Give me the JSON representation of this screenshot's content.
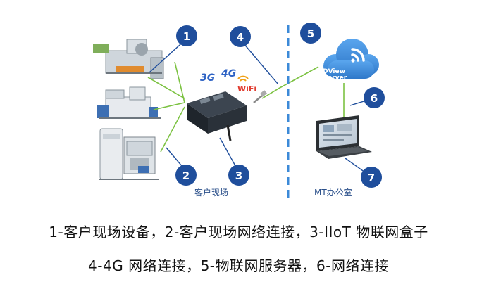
{
  "markers": [
    {
      "number": "1",
      "role": "customer-site-equipment"
    },
    {
      "number": "2",
      "role": "customer-site-network-connection"
    },
    {
      "number": "3",
      "role": "iiot-gateway-box"
    },
    {
      "number": "4",
      "role": "4g-network-connection"
    },
    {
      "number": "5",
      "role": "iot-server"
    },
    {
      "number": "6",
      "role": "network-connection"
    },
    {
      "number": "7",
      "role": "mt-office-laptop"
    }
  ],
  "zones": {
    "customer_site": "客户现场",
    "mt_office": "MT办公室"
  },
  "router_badges": {
    "g3": "3G",
    "g4": "4G",
    "wifi": "WiFi"
  },
  "cloud": {
    "line1": "DView",
    "line2": "server"
  },
  "captions": {
    "line1": "1-客户现场设备，2-客户现场网络连接，3-IIoT 物联网盒子",
    "line2": "4-4G 网络连接，5-物联网服务器，6-网络连接"
  },
  "colors": {
    "marker": "#1f4e9c",
    "connector_green": "#7cc242",
    "connector_blue": "#1f4e9c",
    "divider": "#3c8ad8",
    "cloud": "#4a90d9"
  }
}
